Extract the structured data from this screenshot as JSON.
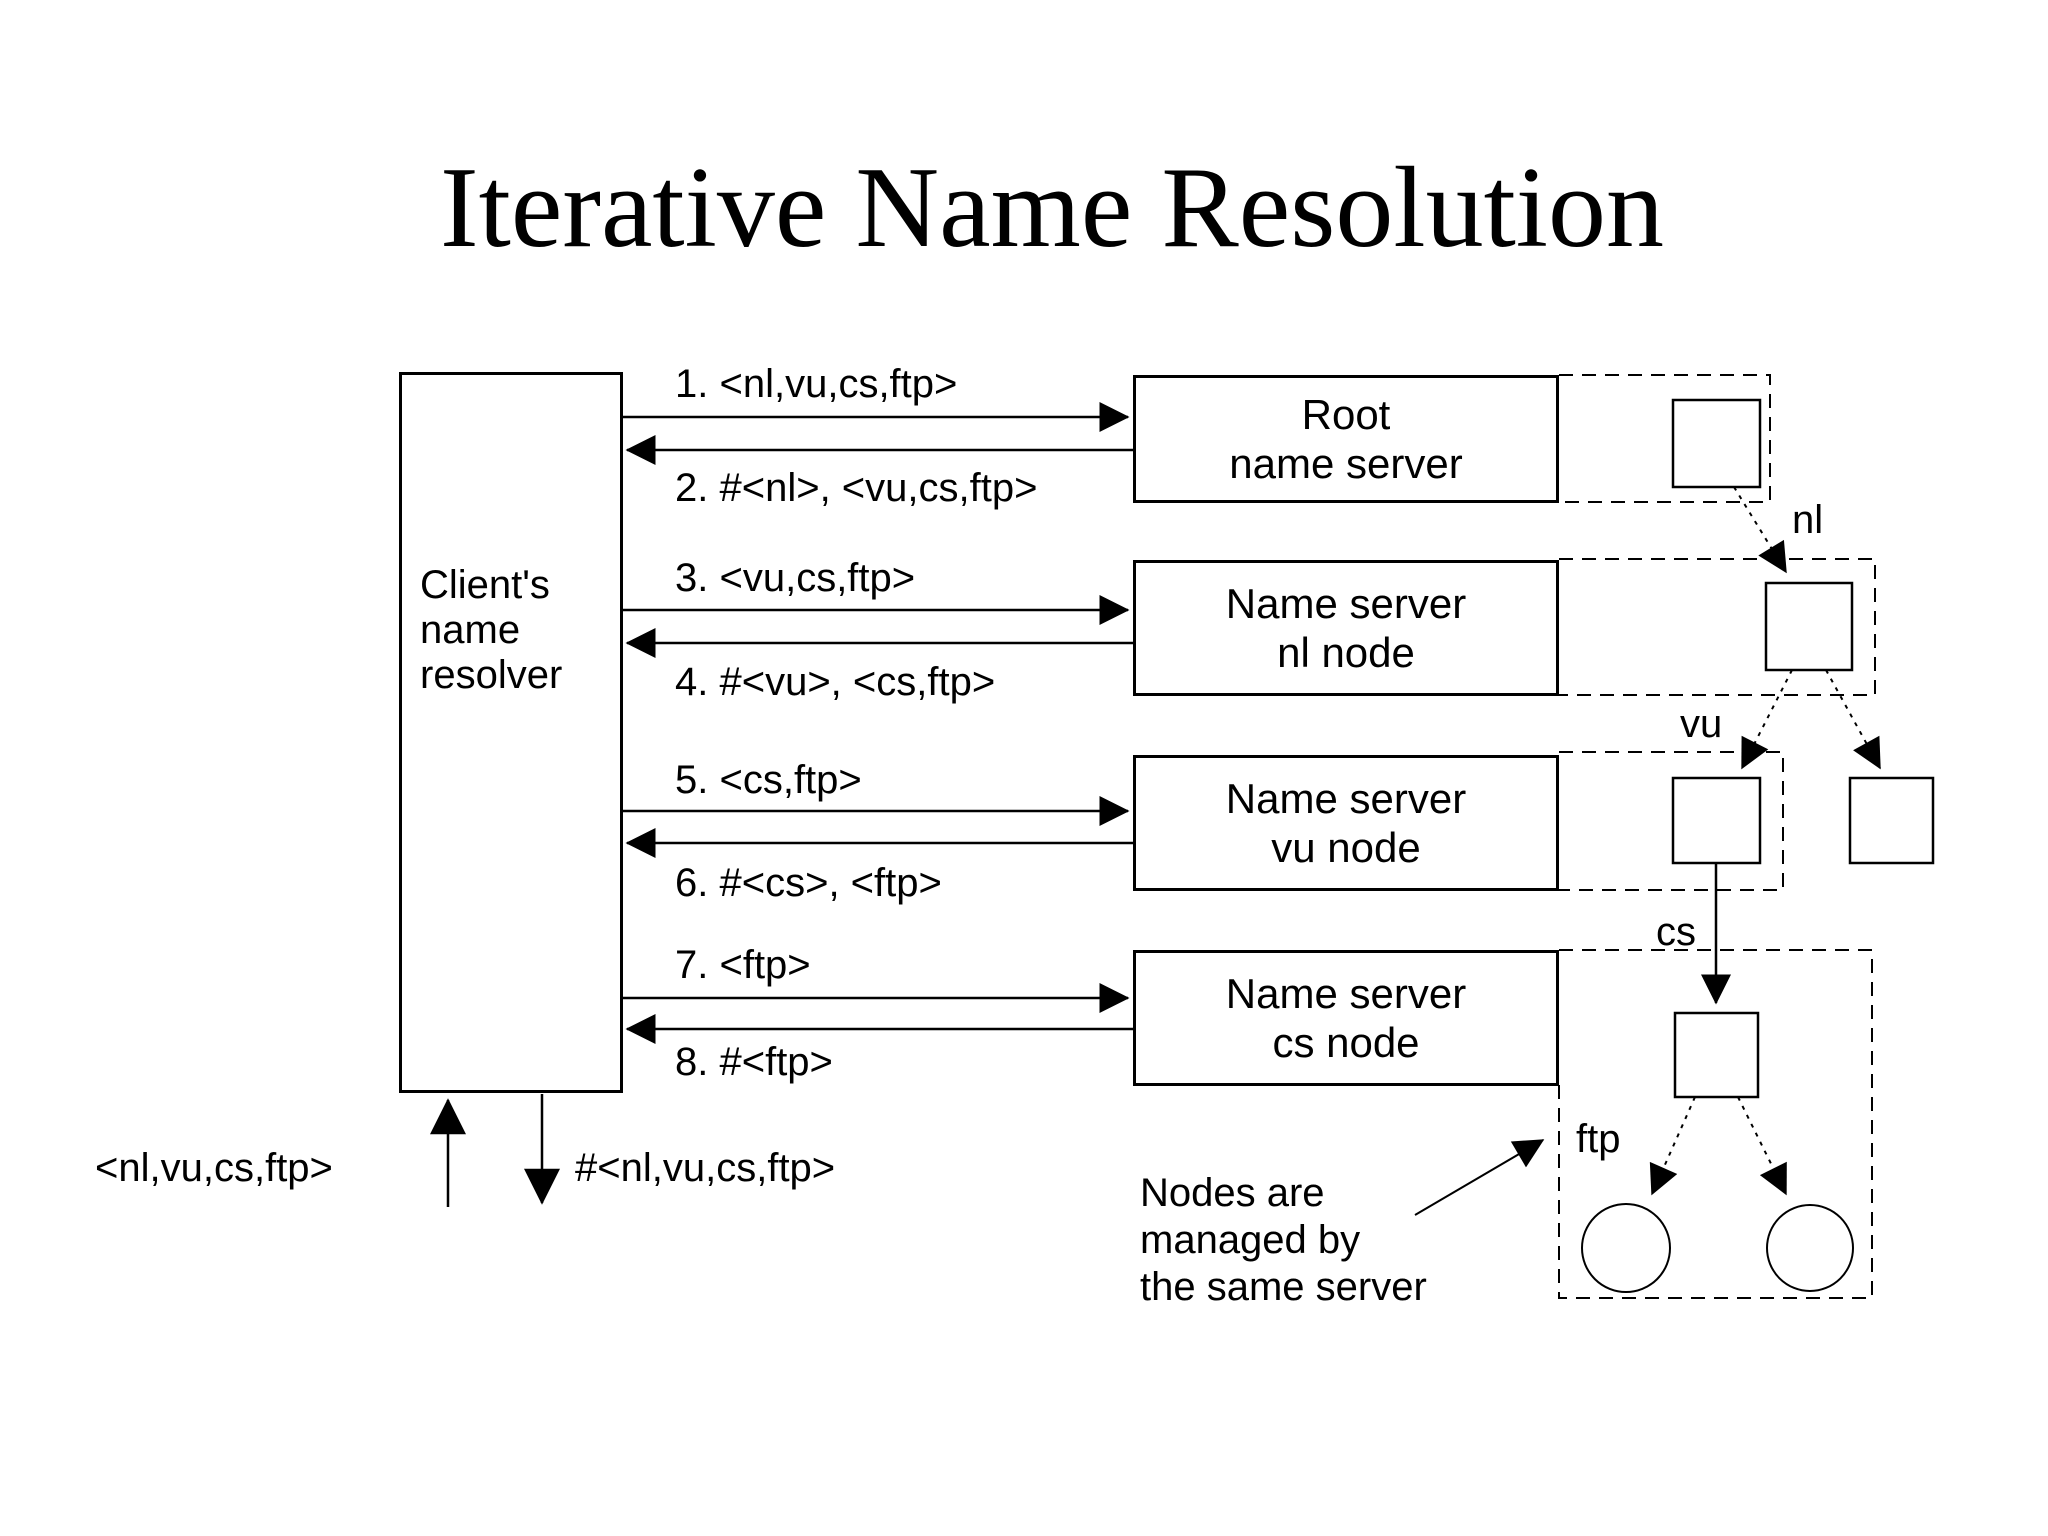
{
  "title": "Iterative Name Resolution",
  "client": {
    "label": "Client's\nname\nresolver"
  },
  "servers": [
    {
      "id": "root",
      "label": "Root\nname server"
    },
    {
      "id": "nl",
      "label": "Name server\nnl node"
    },
    {
      "id": "vu",
      "label": "Name server\nvu node"
    },
    {
      "id": "cs",
      "label": "Name server\ncs node"
    }
  ],
  "messages": [
    {
      "step": "1",
      "label": "1. <nl,vu,cs,ftp>",
      "direction": "to-server"
    },
    {
      "step": "2",
      "label": "2. #<nl>, <vu,cs,ftp>",
      "direction": "to-client"
    },
    {
      "step": "3",
      "label": "3. <vu,cs,ftp>",
      "direction": "to-server"
    },
    {
      "step": "4",
      "label": "4. #<vu>, <cs,ftp>",
      "direction": "to-client"
    },
    {
      "step": "5",
      "label": "5. <cs,ftp>",
      "direction": "to-server"
    },
    {
      "step": "6",
      "label": "6. #<cs>, <ftp>",
      "direction": "to-client"
    },
    {
      "step": "7",
      "label": "7. <ftp>",
      "direction": "to-server"
    },
    {
      "step": "8",
      "label": "8. #<ftp>",
      "direction": "to-client"
    }
  ],
  "client_io": {
    "request_label": "<nl,vu,cs,ftp>",
    "response_label": "#<nl,vu,cs,ftp>"
  },
  "tree": {
    "edge_labels": {
      "nl": "nl",
      "vu": "vu",
      "cs": "cs",
      "ftp": "ftp"
    }
  },
  "annotation": {
    "text": "Nodes are\nmanaged by\nthe same server"
  },
  "colors": {
    "ink": "#000000",
    "background": "#ffffff"
  }
}
